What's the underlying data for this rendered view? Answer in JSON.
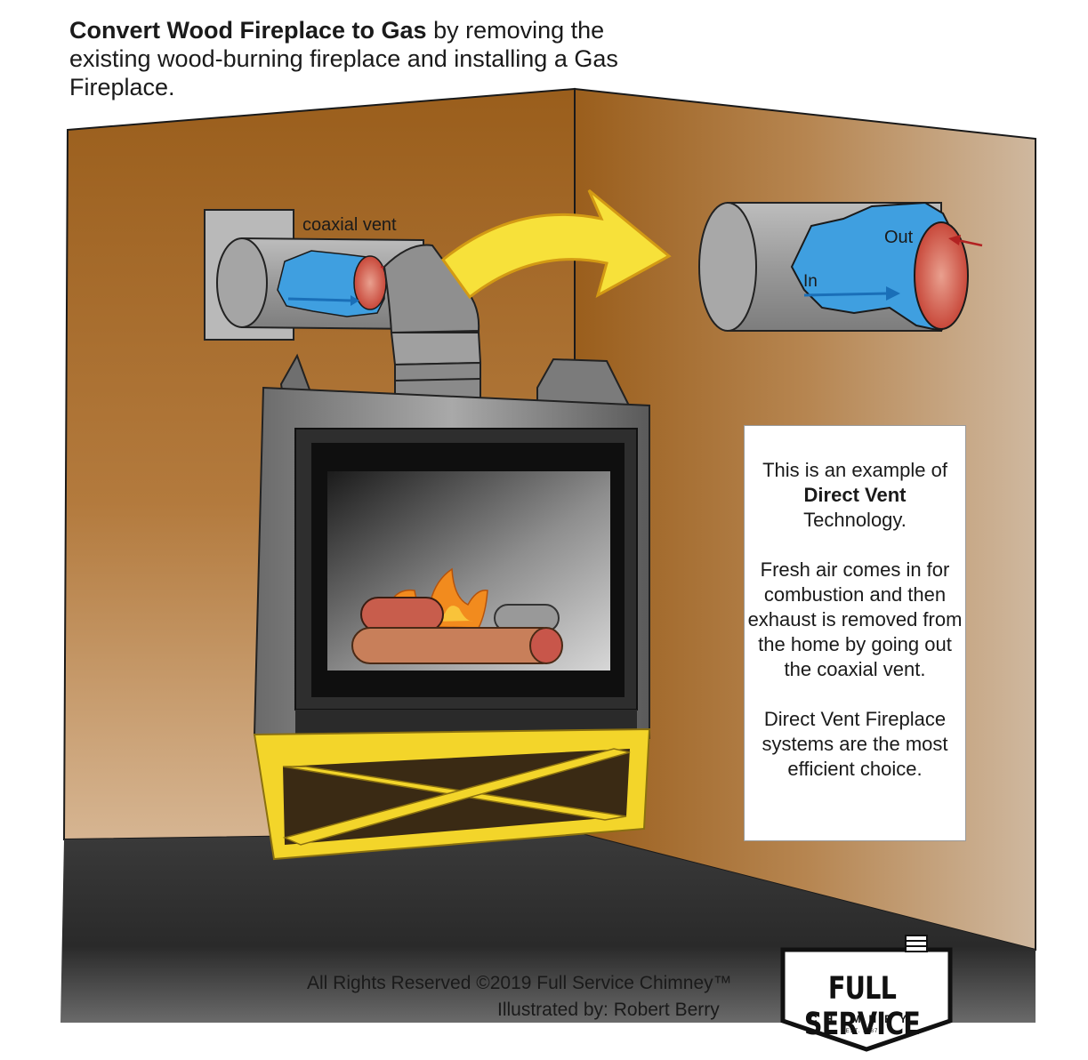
{
  "header": {
    "title_bold": "Convert Wood Fireplace to Gas",
    "title_rest": " by removing the existing wood-burning fireplace and installing a Gas Fireplace."
  },
  "labels": {
    "coaxial_vent": "coaxial vent",
    "out": "Out",
    "in": "In"
  },
  "info_box": {
    "line1": "This is an example of",
    "line2_bold": "Direct Vent",
    "line3": "Technology.",
    "paragraph2": "Fresh air comes in for combustion and then exhaust is removed from the home by going out the coaxial vent.",
    "paragraph3": "Direct Vent Fireplace systems are the most efficient choice."
  },
  "credits": {
    "rights": "All Rights Reserved ©2019  Full Service Chimney™",
    "illustrator": "Illustrated by: Robert Berry"
  },
  "logo": {
    "name": "FULL SERVICE",
    "sub": "CHIMNEY",
    "est": "EST. 1987"
  },
  "colors": {
    "wall": "#a0651f",
    "floor": "#3a3a3a",
    "vent_pipe": "#9a9a9a",
    "air_in": "#3f9fe0",
    "exhaust": "#d65a4a",
    "arrow": "#f7e13a",
    "base_frame": "#f3d52a"
  }
}
